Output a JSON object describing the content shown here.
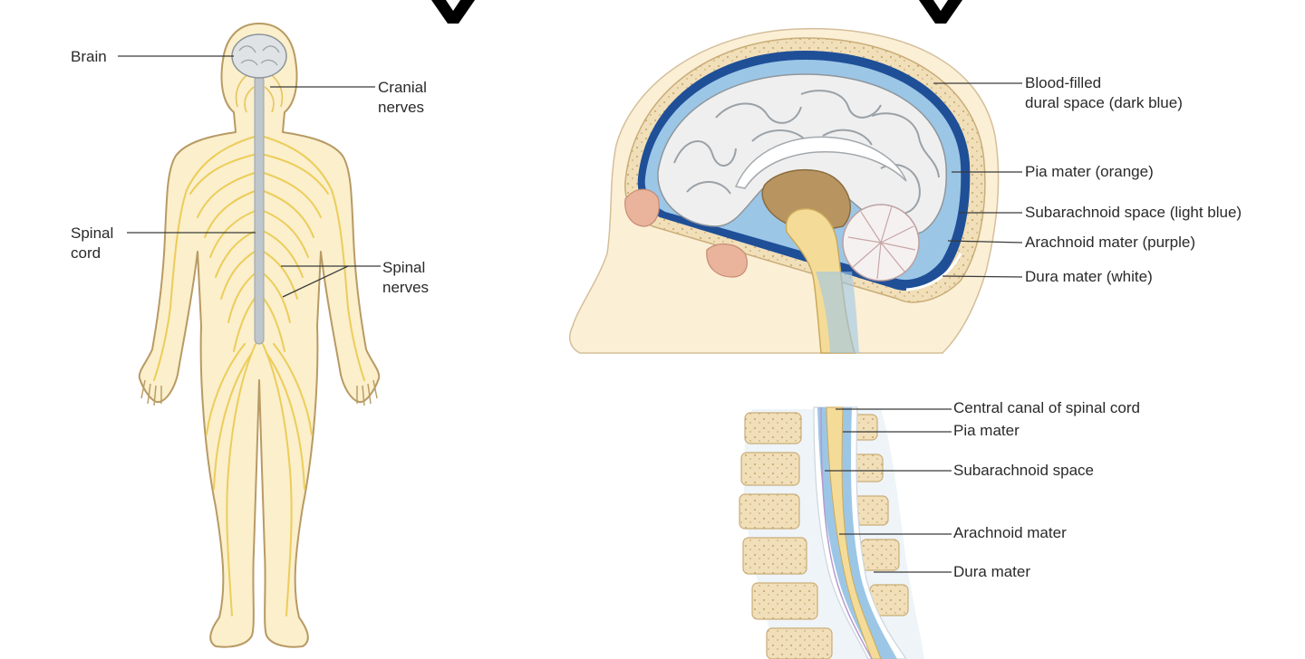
{
  "colors": {
    "background": "#ffffff",
    "label_text": "#2a2a2a",
    "leader_line": "#3a3a3a",
    "skin": "#fbefcc",
    "nerve": "#eccd5a",
    "spinal_cord": "#bfc6cc",
    "dural_space": "#1f4f97",
    "csf": "#9cc6e6",
    "brain": "#efefef",
    "bone": "#f1dfb9"
  },
  "body_figure": {
    "labels": {
      "brain": "Brain",
      "cranial_nerves": "Cranial\nnerves",
      "spinal_cord": "Spinal\ncord",
      "spinal_nerves": "Spinal\nnerves"
    }
  },
  "head_figure": {
    "labels": {
      "blood_filled": "Blood-filled\ndural space (dark blue)",
      "pia": "Pia mater (orange)",
      "subarachnoid": "Subarachnoid space (light blue)",
      "arachnoid": "Arachnoid mater (purple)",
      "dura": "Dura mater (white)"
    }
  },
  "spine_figure": {
    "labels": {
      "central_canal": "Central canal of spinal cord",
      "pia": "Pia mater",
      "subarachnoid": "Subarachnoid space",
      "arachnoid": "Arachnoid mater",
      "dura": "Dura mater"
    }
  }
}
